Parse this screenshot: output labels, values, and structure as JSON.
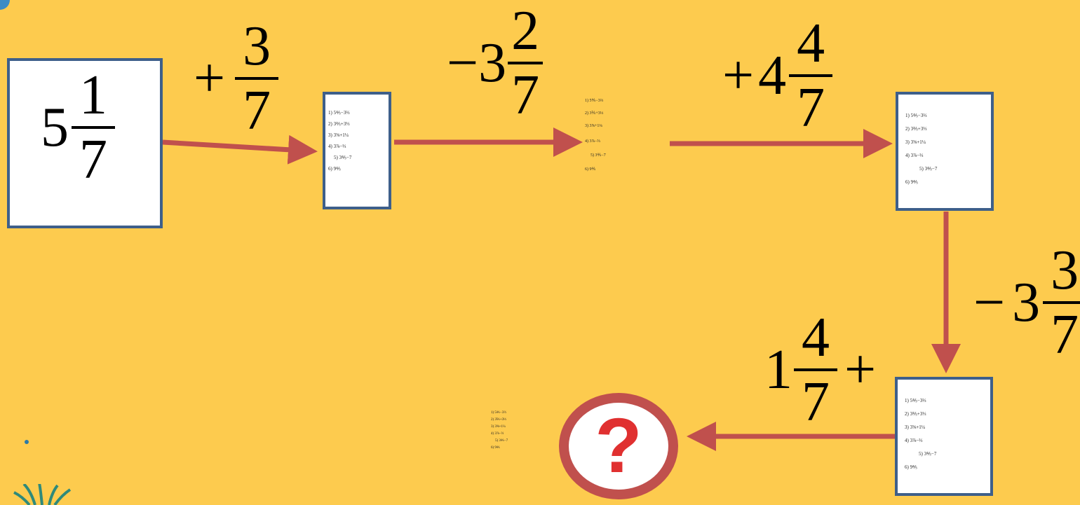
{
  "start": {
    "whole": "5",
    "num": "1",
    "den": "7"
  },
  "steps": {
    "s1": {
      "op": "+",
      "whole": "",
      "num": "3",
      "den": "7"
    },
    "s2": {
      "op": "−",
      "whole": "3",
      "num": "2",
      "den": "7"
    },
    "s3": {
      "op": "+",
      "whole": "4",
      "num": "4",
      "den": "7"
    },
    "s4": {
      "op": "−",
      "whole": "3",
      "num": "3",
      "den": "7"
    },
    "s5": {
      "op": "+",
      "whole": "1",
      "num": "4",
      "den": "7"
    }
  },
  "question_mark": "?",
  "tiny_list": [
    "1) 5⅘−3⅔",
    "2) 3⅖+3⅓",
    "3) 3⅝+1¼",
    "4) 3⅞−⅔",
    "5) 3⅘−7",
    "6) 9⅘"
  ],
  "colors": {
    "background": "#FDCB4E",
    "arrow": "#C0504D",
    "box_border": "#3E5F8A",
    "circle": "#C0504D",
    "question": "#E03030"
  }
}
